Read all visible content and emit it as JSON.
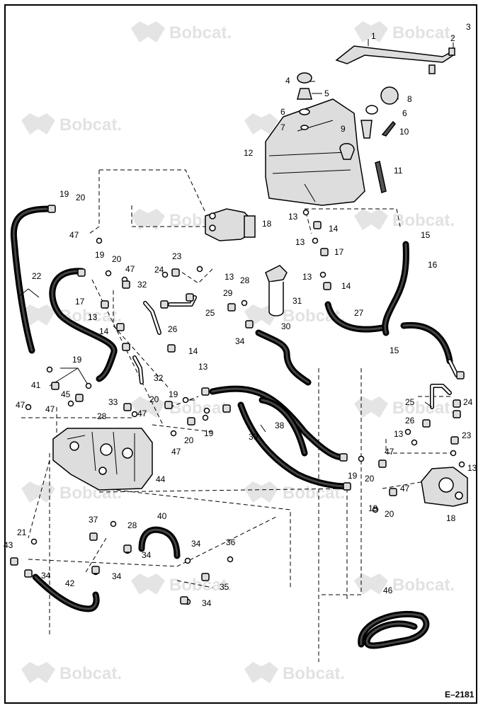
{
  "watermark": {
    "text": "Bobcat."
  },
  "figure_code": "E–2181",
  "callouts": [
    {
      "id": "c1",
      "text": "1"
    },
    {
      "id": "c2",
      "text": "2"
    },
    {
      "id": "c3",
      "text": "3"
    },
    {
      "id": "c4",
      "text": "4"
    },
    {
      "id": "c5",
      "text": "5"
    },
    {
      "id": "c6a",
      "text": "6"
    },
    {
      "id": "c6b",
      "text": "6"
    },
    {
      "id": "c7",
      "text": "7"
    },
    {
      "id": "c8",
      "text": "8"
    },
    {
      "id": "c9",
      "text": "9"
    },
    {
      "id": "c10",
      "text": "10"
    },
    {
      "id": "c11",
      "text": "11"
    },
    {
      "id": "c12",
      "text": "12"
    },
    {
      "id": "c13a",
      "text": "13"
    },
    {
      "id": "c14a",
      "text": "14"
    },
    {
      "id": "c15a",
      "text": "15"
    },
    {
      "id": "c13b",
      "text": "13"
    },
    {
      "id": "c17a",
      "text": "17"
    },
    {
      "id": "c16",
      "text": "16"
    },
    {
      "id": "c13c",
      "text": "13"
    },
    {
      "id": "c14b",
      "text": "14"
    },
    {
      "id": "c18a",
      "text": "18"
    },
    {
      "id": "c19a",
      "text": "19"
    },
    {
      "id": "c20a",
      "text": "20"
    },
    {
      "id": "c47a",
      "text": "47"
    },
    {
      "id": "c22",
      "text": "22"
    },
    {
      "id": "c19b",
      "text": "19"
    },
    {
      "id": "c20b",
      "text": "20"
    },
    {
      "id": "c47b",
      "text": "47"
    },
    {
      "id": "c23a",
      "text": "23"
    },
    {
      "id": "c24a",
      "text": "24"
    },
    {
      "id": "c13d",
      "text": "13"
    },
    {
      "id": "c32a",
      "text": "32"
    },
    {
      "id": "c17b",
      "text": "17"
    },
    {
      "id": "c13e",
      "text": "13"
    },
    {
      "id": "c14c",
      "text": "14"
    },
    {
      "id": "c26a",
      "text": "26"
    },
    {
      "id": "c25a",
      "text": "25"
    },
    {
      "id": "c28a",
      "text": "28"
    },
    {
      "id": "c29",
      "text": "29"
    },
    {
      "id": "c31",
      "text": "31"
    },
    {
      "id": "c27",
      "text": "27"
    },
    {
      "id": "c30",
      "text": "30"
    },
    {
      "id": "c34a",
      "text": "34"
    },
    {
      "id": "c14d",
      "text": "14"
    },
    {
      "id": "c13f",
      "text": "13"
    },
    {
      "id": "c15b",
      "text": "15"
    },
    {
      "id": "c19c",
      "text": "19"
    },
    {
      "id": "c32b",
      "text": "32"
    },
    {
      "id": "c41",
      "text": "41"
    },
    {
      "id": "c45",
      "text": "45"
    },
    {
      "id": "c47c",
      "text": "47"
    },
    {
      "id": "c47d",
      "text": "47"
    },
    {
      "id": "c33",
      "text": "33"
    },
    {
      "id": "c28b",
      "text": "28"
    },
    {
      "id": "c20c",
      "text": "20"
    },
    {
      "id": "c19d",
      "text": "19"
    },
    {
      "id": "c47e",
      "text": "47"
    },
    {
      "id": "c20d",
      "text": "20"
    },
    {
      "id": "c19e",
      "text": "19"
    },
    {
      "id": "c47f",
      "text": "47"
    },
    {
      "id": "c39",
      "text": "39"
    },
    {
      "id": "c38",
      "text": "38"
    },
    {
      "id": "c25b",
      "text": "25"
    },
    {
      "id": "c26b",
      "text": "26"
    },
    {
      "id": "c24b",
      "text": "24"
    },
    {
      "id": "c13g",
      "text": "13"
    },
    {
      "id": "c23b",
      "text": "23"
    },
    {
      "id": "c47g",
      "text": "47"
    },
    {
      "id": "c13h",
      "text": "13"
    },
    {
      "id": "c44",
      "text": "44"
    },
    {
      "id": "c19f",
      "text": "19"
    },
    {
      "id": "c20e",
      "text": "20"
    },
    {
      "id": "c47h",
      "text": "47"
    },
    {
      "id": "c19g",
      "text": "19"
    },
    {
      "id": "c20f",
      "text": "20"
    },
    {
      "id": "c18b",
      "text": "18"
    },
    {
      "id": "c40",
      "text": "40"
    },
    {
      "id": "c37",
      "text": "37"
    },
    {
      "id": "c28c",
      "text": "28"
    },
    {
      "id": "c21",
      "text": "21"
    },
    {
      "id": "c34b",
      "text": "34"
    },
    {
      "id": "c36",
      "text": "36"
    },
    {
      "id": "c34c",
      "text": "34"
    },
    {
      "id": "c43",
      "text": "43"
    },
    {
      "id": "c34d",
      "text": "34"
    },
    {
      "id": "c34e",
      "text": "34"
    },
    {
      "id": "c35",
      "text": "35"
    },
    {
      "id": "c42",
      "text": "42"
    },
    {
      "id": "c34f",
      "text": "34"
    },
    {
      "id": "c46",
      "text": "46"
    }
  ]
}
